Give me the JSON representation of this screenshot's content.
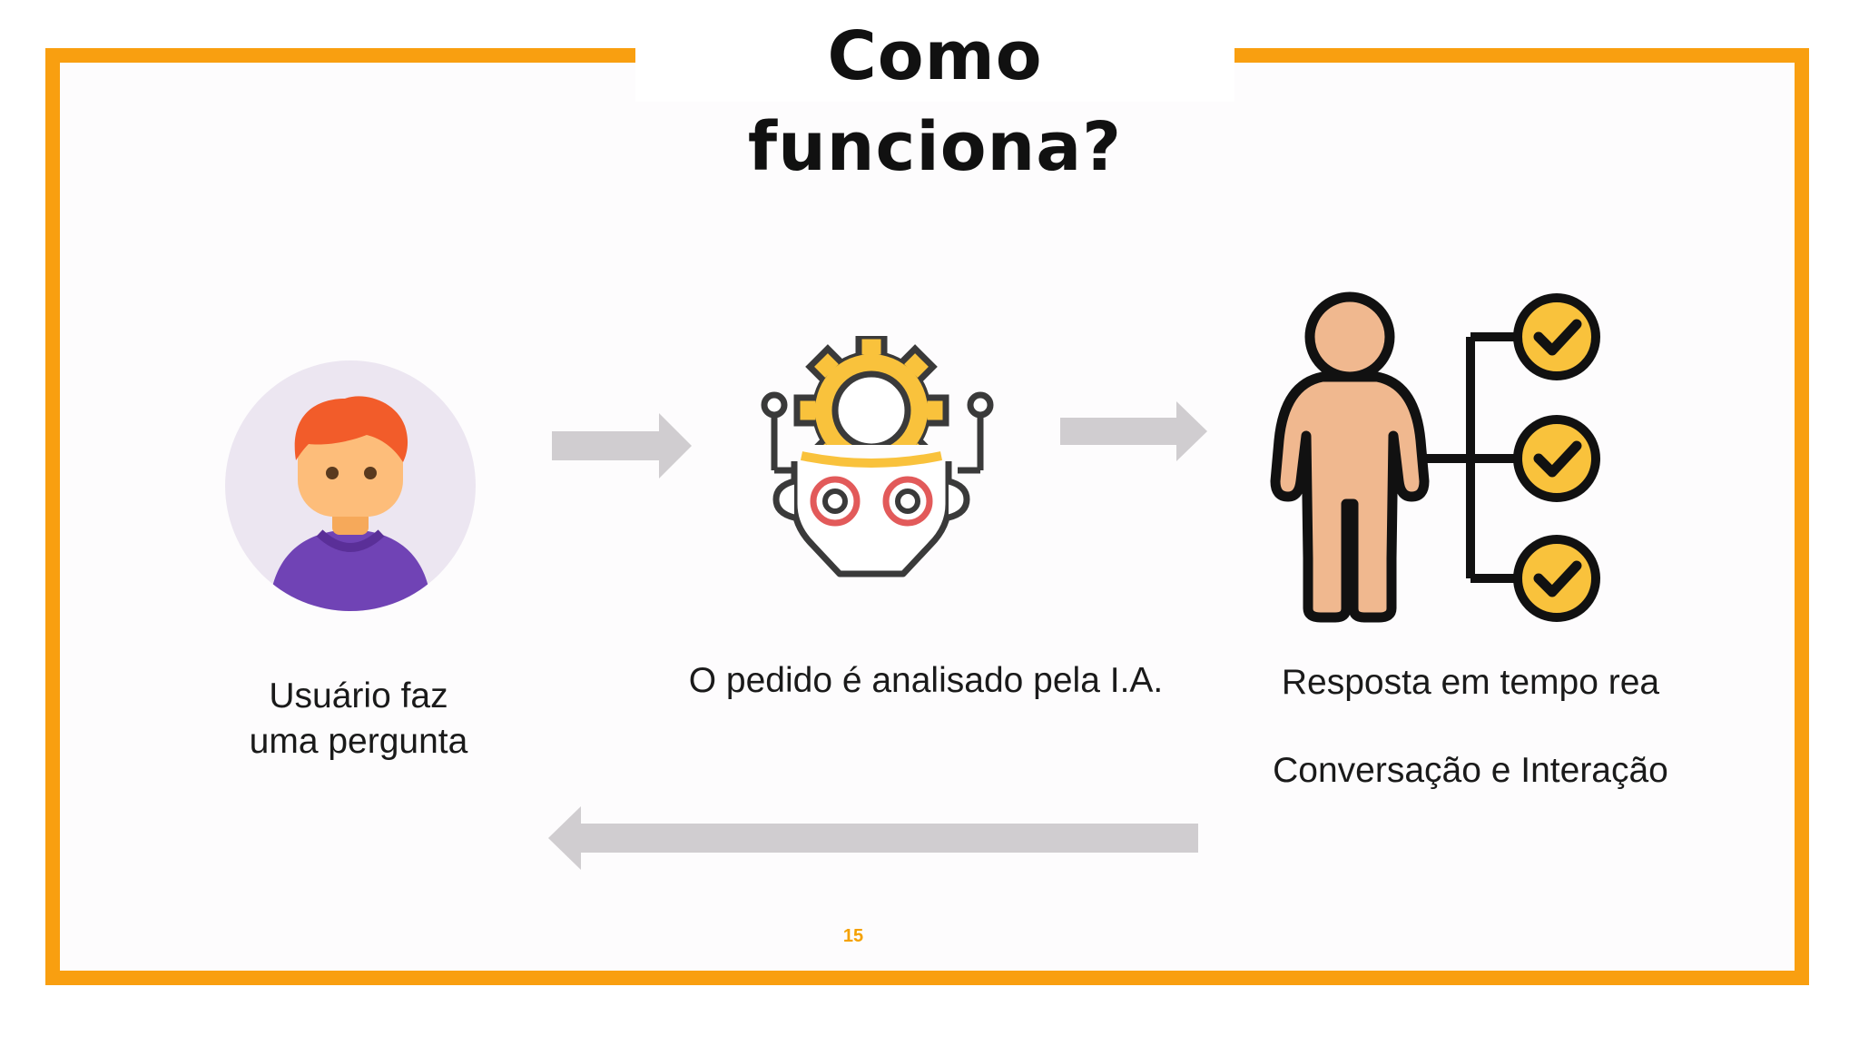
{
  "slide": {
    "title": "Como funciona?",
    "page_number": "15"
  },
  "steps": [
    {
      "icon": "user-avatar-icon",
      "caption_line1": "Usuário faz",
      "caption_line2": "uma pergunta"
    },
    {
      "icon": "ai-robot-gear-icon",
      "caption": "O pedido é analisado pela I.A."
    },
    {
      "icon": "person-checklist-icon",
      "caption_line1": "Resposta em tempo rea",
      "caption_line2": "Conversação e Interação"
    }
  ],
  "colors": {
    "frame": "#f99f10",
    "arrow": "#d0cdd0",
    "check": "#f9c23c",
    "skin": "#f0b88f"
  }
}
